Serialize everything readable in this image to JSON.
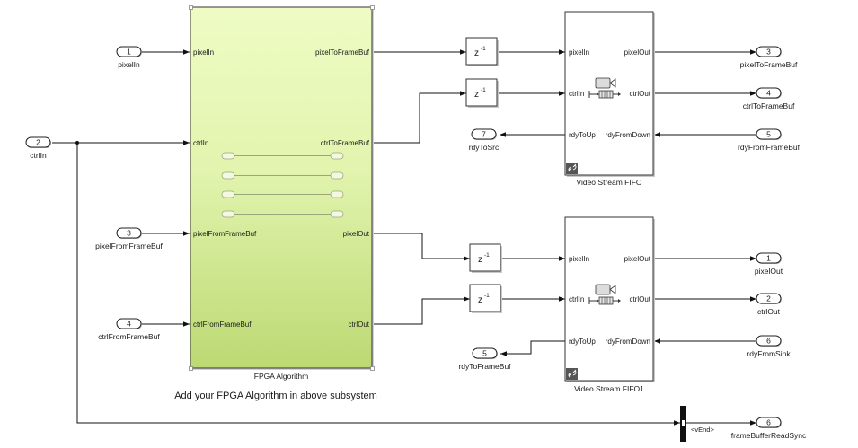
{
  "inports": [
    {
      "number": "1",
      "name": "pixelIn"
    },
    {
      "number": "2",
      "name": "ctrlIn"
    },
    {
      "number": "3",
      "name": "pixelFromFrameBuf"
    },
    {
      "number": "4",
      "name": "ctrlFromFrameBuf"
    }
  ],
  "outports": [
    {
      "number": "3",
      "name": "pixelToFrameBuf"
    },
    {
      "number": "4",
      "name": "ctrlToFrameBuf"
    },
    {
      "number": "7",
      "name": "rdyToSrc"
    },
    {
      "number": "1",
      "name": "pixelOut"
    },
    {
      "number": "2",
      "name": "ctrlOut"
    },
    {
      "number": "5",
      "name": "rdyToFrameBuf"
    },
    {
      "number": "6",
      "name": "frameBufferReadSync"
    }
  ],
  "source_inports": [
    {
      "number": "5",
      "name": "rdyFromFrameBuf"
    },
    {
      "number": "6",
      "name": "rdyFromSink"
    }
  ],
  "fpga_block": {
    "name": "FPGA Algorithm",
    "inputs": [
      "pixelIn",
      "ctrlIn",
      "pixelFromFrameBuf",
      "ctrlFromFrameBuf"
    ],
    "outputs": [
      "pixelToFrameBuf",
      "ctrlToFrameBuf",
      "pixelOut",
      "ctrlOut"
    ],
    "fill_top": "#eefcc4",
    "fill_bottom": "#bfdc76"
  },
  "delay_blocks": [
    {
      "label": "z",
      "exponent": "-1"
    },
    {
      "label": "z",
      "exponent": "-1"
    },
    {
      "label": "z",
      "exponent": "-1"
    },
    {
      "label": "z",
      "exponent": "-1"
    }
  ],
  "fifo_blocks": [
    {
      "name": "Video Stream FIFO",
      "inputs": [
        "pixelIn",
        "ctrlIn",
        "rdyToUp"
      ],
      "outputs": [
        "pixelOut",
        "ctrlOut",
        "rdyFromDown"
      ]
    },
    {
      "name": "Video Stream FIFO1",
      "inputs": [
        "pixelIn",
        "ctrlIn",
        "rdyToUp"
      ],
      "outputs": [
        "pixelOut",
        "ctrlOut",
        "rdyFromDown"
      ]
    }
  ],
  "bus_selector": {
    "signal": "<vEnd>"
  },
  "annotation": "Add your FPGA Algorithm in above subsystem",
  "icons": {
    "library_link": "link-icon",
    "video": "video-camera-icon",
    "fifo": "fifo-queue-icon"
  }
}
